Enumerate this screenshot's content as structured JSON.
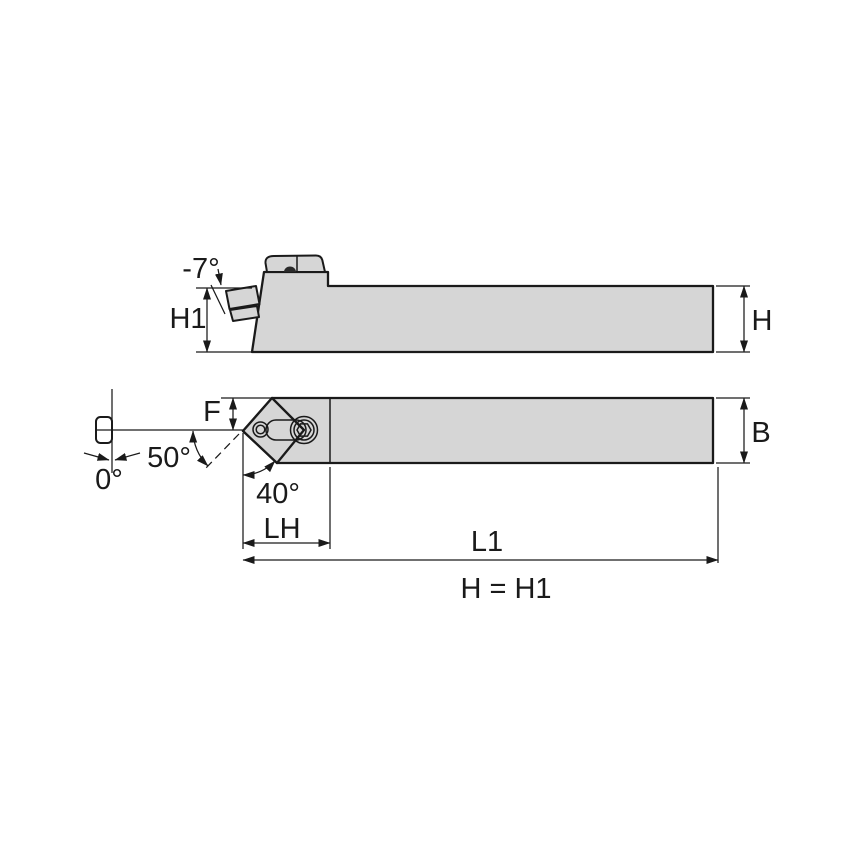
{
  "drawing": {
    "labels": {
      "back_rake_angle": "-7°",
      "head_height": "H1",
      "shank_height": "H",
      "nose_offset": "F",
      "shank_width": "B",
      "zero_angle": "0°",
      "lead_angle": "50°",
      "included_angle": "40°",
      "head_length": "LH",
      "overall_length": "L1",
      "height_equation": "H = H1"
    },
    "colors": {
      "body_fill": "#d6d6d6",
      "line": "#1a1a1a",
      "background": "#ffffff",
      "workpiece_fill": "#ffffff"
    }
  }
}
